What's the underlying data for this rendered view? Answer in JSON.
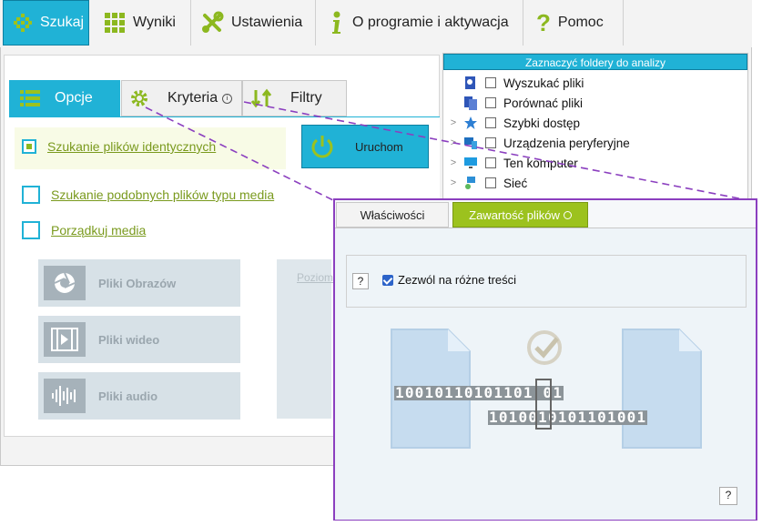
{
  "toolbar": {
    "search": "Szukaj",
    "results": "Wyniki",
    "settings": "Ustawienia",
    "about": "O programie i aktywacja",
    "help": "Pomoc"
  },
  "tabs": {
    "options": "Opcje",
    "criteria": "Kryteria",
    "filters": "Filtry"
  },
  "options": {
    "identical": "Szukanie plików identycznych",
    "similar_media": "Szukanie podobnych plików typu media",
    "organize_media": "Porządkuj media",
    "run": "Uruchom",
    "level_label": "Poziom"
  },
  "media": {
    "images": "Pliki Obrazów",
    "video": "Pliki wideo",
    "audio": "Pliki audio"
  },
  "folders": {
    "header": "Zaznaczyć foldery do analizy",
    "items": [
      "Wyszukać pliki",
      "Porównać pliki",
      "Szybki dostęp",
      "Urządzenia peryferyjne",
      "Ten komputer",
      "Sieć"
    ]
  },
  "overlay": {
    "tab_properties": "Właściwości",
    "tab_content": "Zawartość plików",
    "allow_different": "Zezwól na różne treści",
    "help_q": "?"
  },
  "bits": {
    "row1": "10010110101101 01",
    "row2": "1010010101101001"
  },
  "colors": {
    "accent": "#20b2d6",
    "green": "#9cc21e",
    "purple": "#8b3fbf"
  }
}
